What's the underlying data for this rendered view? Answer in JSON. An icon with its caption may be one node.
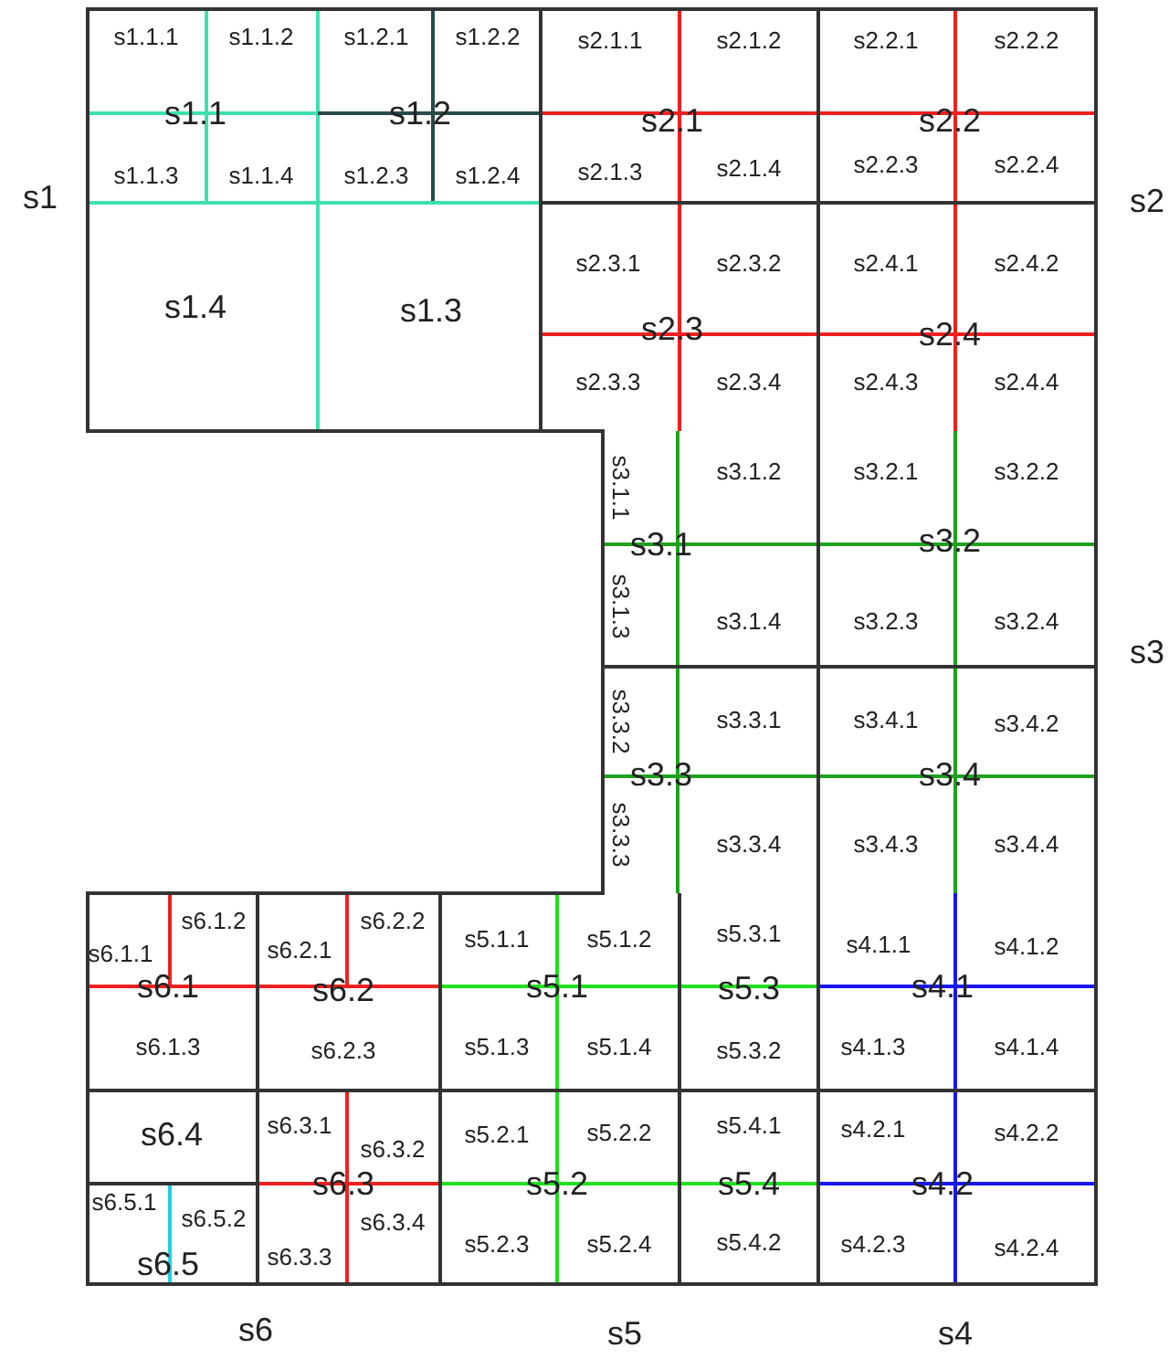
{
  "diagram": {
    "labels": [
      "s1",
      "s1.1.1",
      "s1.1.2",
      "s1.2.1",
      "s1.2.2",
      "s1.1",
      "s1.2",
      "s1.1.3",
      "s1.1.4",
      "s1.2.3",
      "s1.2.4",
      "s1.4",
      "s1.3",
      "s2.1.1",
      "s2.1.2",
      "s2.2.1",
      "s2.2.2",
      "s2.1",
      "s2.2",
      "s2.1.3",
      "s2.1.4",
      "s2.2.3",
      "s2.2.4",
      "s2",
      "s2.3.1",
      "s2.3.2",
      "s2.4.1",
      "s2.4.2",
      "s2.3",
      "s2.4",
      "s2.3.3",
      "s2.3.4",
      "s2.4.3",
      "s2.4.4",
      "s3.1.1",
      "s3.1.2",
      "s3.2.1",
      "s3.2.2",
      "s3.1",
      "s3.2",
      "s3.1.3",
      "s3.1.4",
      "s3.2.3",
      "s3.2.4",
      "s3",
      "s3.3.2",
      "s3.3.1",
      "s3.4.1",
      "s3.4.2",
      "s3.3",
      "s3.4",
      "s3.3.3",
      "s3.3.4",
      "s3.4.3",
      "s3.4.4",
      "s6.1.1",
      "s6.1.2",
      "s6.2.1",
      "s6.2.2",
      "s5.1.1",
      "s5.1.2",
      "s5.3.1",
      "s4.1.1",
      "s4.1.2",
      "s6.1",
      "s6.2",
      "s5.1",
      "s5.3",
      "s4.1",
      "s6.1.3",
      "s6.2.3",
      "s5.1.3",
      "s5.1.4",
      "s5.3.2",
      "s4.1.3",
      "s4.1.4",
      "s6.4",
      "s6.3.1",
      "s6.3.2",
      "s5.2.1",
      "s5.2.2",
      "s5.4.1",
      "s4.2.1",
      "s4.2.2",
      "s6.3",
      "s5.2",
      "s5.4",
      "s4.2",
      "s6.5.1",
      "s6.5.2",
      "s6.5",
      "s6.3.3",
      "s6.3.4",
      "s5.2.3",
      "s5.2.4",
      "s5.4.2",
      "s4.2.3",
      "s4.2.4",
      "s6",
      "s5",
      "s4"
    ]
  }
}
